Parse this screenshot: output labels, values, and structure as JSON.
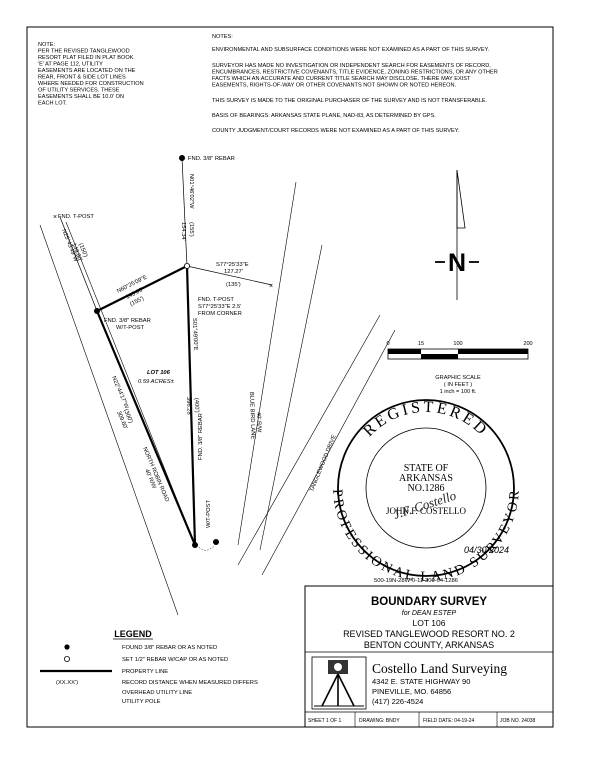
{
  "note_left": {
    "lines": [
      "NOTE:",
      "PER THE REVISED TANGLEWOOD",
      "RESORT PLAT FILED IN PLAT BOOK",
      "'E' AT PAGE 112, UTILITY",
      "EASEMENTS ARE LOCATED ON THE",
      "REAR, FRONT & SIDE LOT LINES",
      "WHERE NEEDED FOR CONSTRUCTION",
      "OF UTILITY SERVICES. THESE",
      "EASEMENTS SHALL BE 10.0' ON",
      "EACH LOT."
    ]
  },
  "notes": {
    "heading": "NOTES:",
    "items": [
      [
        "ENVIRONMENTAL AND SUBSURFACE CONDITIONS WERE NOT EXAMINED AS A PART OF THIS SURVEY."
      ],
      [
        "SURVEYOR HAS MADE NO INVESTIGATION OR INDEPENDENT SEARCH FOR EASEMENTS OF RECORD,",
        "ENCUMBRANCES, RESTRICTIVE COVENANTS, TITLE EVIDENCE, ZONING RESTRICTIONS, OR ANY OTHER",
        "FACTS WHICH AN ACCURATE AND CURRENT TITLE SEARCH MAY DISCLOSE. THERE MAY EXIST",
        "EASEMENTS, RIGHTS-OF-WAY OR OTHER COVENANTS NOT SHOWN OR NOTED HEREON."
      ],
      [
        "THIS SURVEY IS MADE TO THE ORIGINAL PURCHASER OF THE SURVEY AND IS NOT TRANSFERABLE."
      ],
      [
        "BASIS OF BEARINGS: ARKANSAS STATE PLANE, NAD-83, AS DETERMINED BY GPS."
      ],
      [
        "COUNTY JUDGMENT/COURT RECORDS WERE NOT EXAMINED AS A PART OF THIS SURVEY."
      ]
    ]
  },
  "plat": {
    "fnd_rebar_top": "FND. 3/8\" REBAR",
    "fnd_tpost_left": "FND. T-POST",
    "brg_north": "N01°46'02\"W",
    "dist_north": "154.34'",
    "rec_north": "(155')",
    "brg_east": "S77°25'33\"E",
    "dist_east": "127.27'",
    "rec_east": "(135')",
    "tpost_corner_lines": [
      "FND. T-POST",
      "S77°25'33\"E 2.5'",
      "FROM CORNER"
    ],
    "brg_nw": "N60°25'09\"E",
    "dist_nw": "143.05'",
    "rec_nw": "(155')",
    "brg_road": "N25°43'49\"W",
    "dist_road": "149.80'",
    "rec_road": "(150')",
    "rebar_tpost_lines": [
      "FND. 3/8\" REBAR",
      "W/T-POST"
    ],
    "lot_label": "LOT 106",
    "acres": "0.59 ACRES±",
    "brg_sw": "N22°44'17\"W",
    "dist_sw": "309.60'",
    "rec_sw": "(300')",
    "brg_east_side": "S01°49'00\"E",
    "dist_east_side": "396.28'",
    "rec_east_side": "(400')",
    "rebar_bottom_lines": [
      "FND. 3/8\" REBAR",
      "W/T-POST"
    ],
    "road_label_lines": [
      "NORTH ROBIN ROAD",
      "40' R/W"
    ],
    "blue_bird_lines": [
      "BLUE BIRD LANE",
      "40' R/W"
    ],
    "tanglewood_drive": "TANGLEWOOD DRIVE"
  },
  "north_arrow": {
    "letter": "N"
  },
  "scale": {
    "ticks": [
      "0",
      "15",
      "100",
      "200"
    ],
    "lines": [
      "GRAPHIC SCALE",
      "( IN FEET )",
      "1 inch = 100 ft."
    ]
  },
  "seal": {
    "top_text": "REGISTERED",
    "bottom_text": "PROFESSIONAL LAND SURVEYOR",
    "state_lines": [
      "STATE OF",
      "ARKANSAS",
      "NO.1286"
    ],
    "name": "JOHN F. COSTELLO",
    "signature": "J.F. Costello",
    "date": "04/30/2024"
  },
  "parcel_id": "500-19N-28W-0-11-300-04-1286",
  "title_block": {
    "title": "BOUNDARY SURVEY",
    "for_line": "for DEAN ESTEP",
    "lot": "LOT 106",
    "subdivision": "REVISED TANGLEWOOD RESORT NO. 2",
    "county": "BENTON COUNTY, ARKANSAS",
    "company": "Costello Land Surveying",
    "address_lines": [
      "4342 E. STATE HIGHWAY 90",
      "PINEVILLE, MO. 64856",
      "(417) 226-4524"
    ],
    "sheet": "SHEET 1 OF 1",
    "drawing": "DRAWING: BNDY",
    "field_date": "FIELD DATE: 04-19-24",
    "job_no": "JOB NO. 24038"
  },
  "legend": {
    "title": "LEGEND",
    "items": [
      {
        "symbol": "dot",
        "label": "FOUND 3/8\" REBAR OR AS NOTED"
      },
      {
        "symbol": "circle",
        "label": "SET 1/2\" REBAR W/CAP OR AS NOTED"
      },
      {
        "symbol": "thick-line",
        "label": "PROPERTY LINE"
      },
      {
        "symbol": "(XX.XX')",
        "label": "RECORD DISTANCE WHEN MEASURED DIFFERS"
      },
      {
        "symbol": "",
        "label": "OVERHEAD UTILITY LINE"
      },
      {
        "symbol": "",
        "label": "UTILITY POLE"
      }
    ]
  }
}
